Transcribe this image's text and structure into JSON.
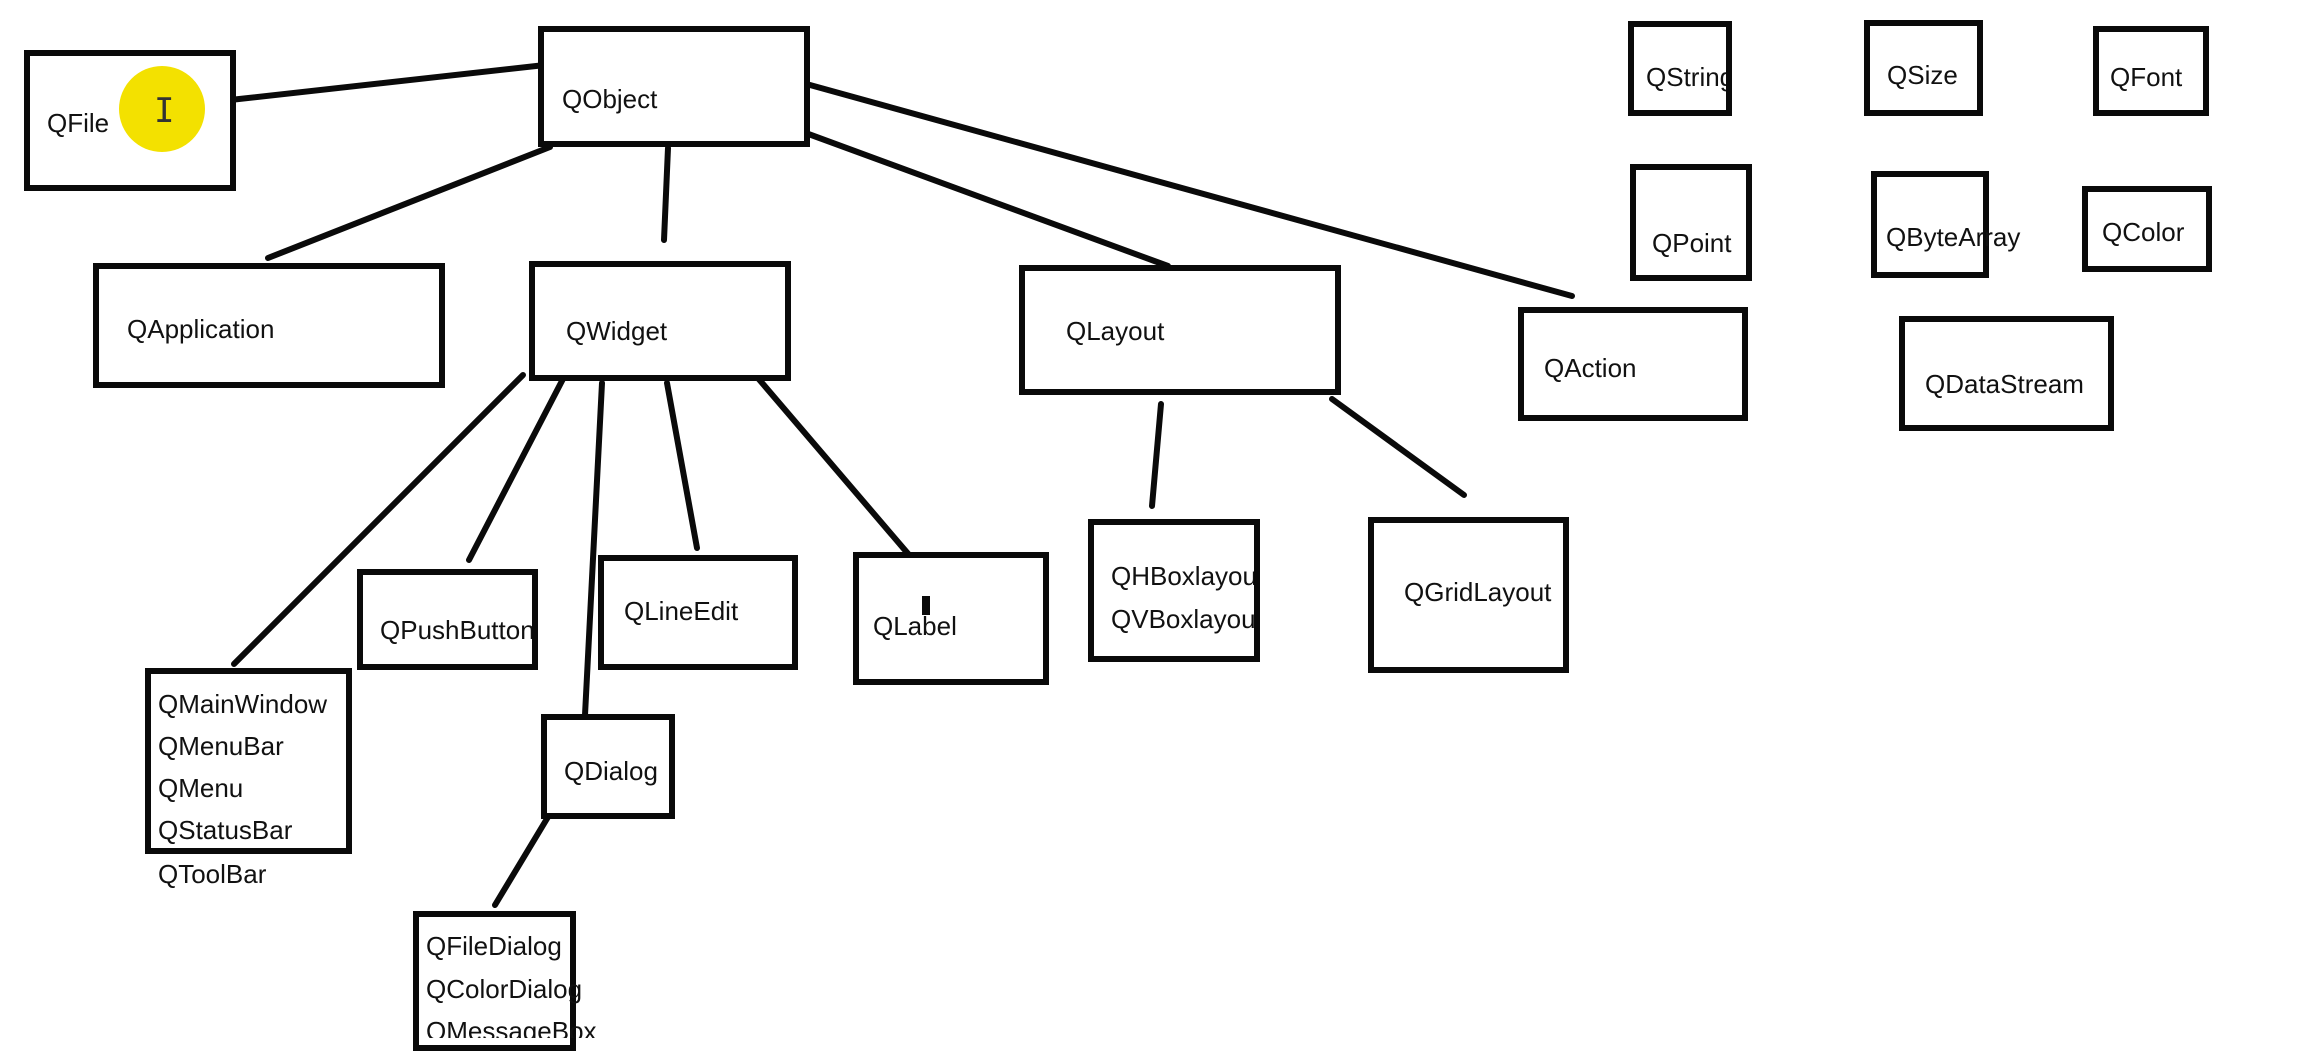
{
  "nodes": {
    "qobject": "QObject",
    "qfile": "QFile",
    "qapplication": "QApplication",
    "qwidget": "QWidget",
    "qlayout": "QLayout",
    "qaction": "QAction",
    "qpushbutton": "QPushButton",
    "qlineedit": "QLineEdit",
    "qlabel": "QLabel",
    "qhboxlayout": "QHBoxlayout",
    "qvboxlayout": "QVBoxlayout",
    "qgridlayout": "QGridLayout",
    "qdialog": "QDialog",
    "qmainwindow_group": [
      "QMainWindow",
      "QMenuBar",
      "QMenu",
      "QStatusBar"
    ],
    "qtoolbar": "QToolBar",
    "qdialog_group": [
      "QFileDialog",
      "QColorDialog",
      "QMessageBox"
    ],
    "qstring": "QString",
    "qsize": "QSize",
    "qfont": "QFont",
    "qpoint": "QPoint",
    "qbytearray": "QByteArray",
    "qcolor": "QColor",
    "qdatastream": "QDataStream"
  },
  "colors": {
    "stroke": "#0a0a0a",
    "cursor_highlight": "#f3e100"
  },
  "icons": {
    "cursor": "text-cursor-icon"
  }
}
